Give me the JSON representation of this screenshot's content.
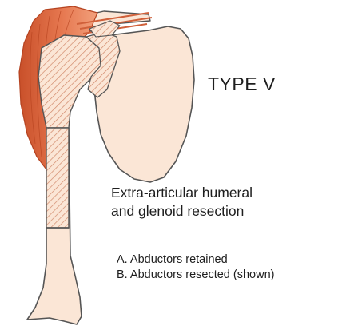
{
  "figure": {
    "type_label": "TYPE V",
    "resection_lines": [
      "Extra-articular humeral",
      "and glenoid resection"
    ],
    "notes": [
      "A. Abductors retained",
      "B. Abductors resected (shown)"
    ]
  },
  "colors": {
    "bone_fill": "#fbe6d6",
    "bone_outline": "#555555",
    "muscle": "#e0673c",
    "muscle_dark": "#c24a22",
    "hatch": "#d28a6c",
    "text": "#1e1e1e"
  }
}
